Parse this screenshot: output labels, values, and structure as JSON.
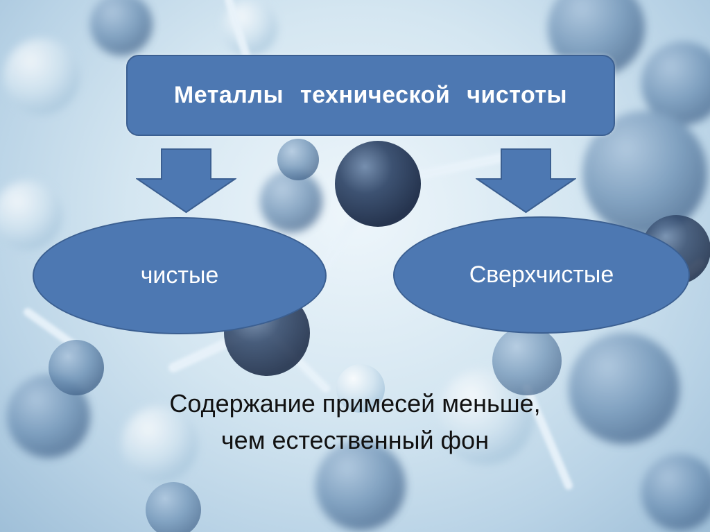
{
  "diagram": {
    "top_box": {
      "label": "Металлы   технической   чистоты"
    },
    "branches": [
      {
        "label": "чистые"
      },
      {
        "label": "Сверхчистые"
      }
    ],
    "caption": {
      "line1": "Содержание примесей меньше,",
      "line2": "чем естественный фон"
    }
  },
  "colors": {
    "shape_fill": "#4d78b2",
    "shape_border": "#3b5f91",
    "shape_text": "#ffffff",
    "caption_text": "#111111",
    "background": "#d4e6f1"
  }
}
